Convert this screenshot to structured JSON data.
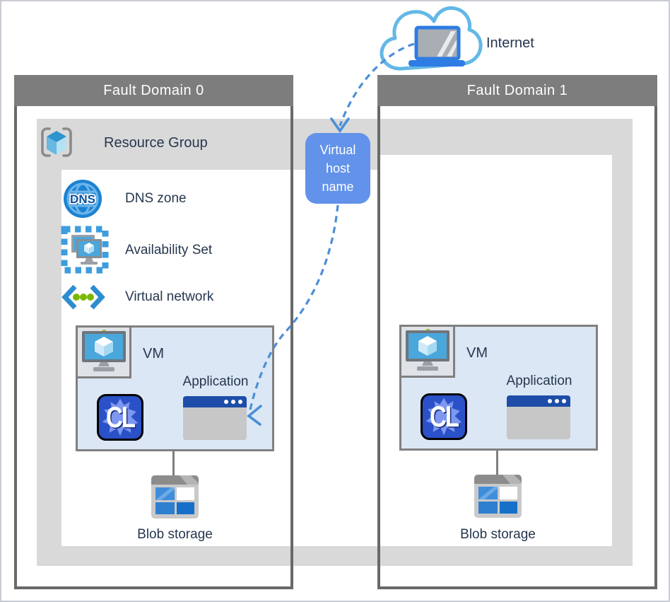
{
  "internet": {
    "label": "Internet"
  },
  "virtual_host": {
    "label": "Virtual host name"
  },
  "resource_group": {
    "label": "Resource Group"
  },
  "services": {
    "dns": "DNS zone",
    "availability": "Availability Set",
    "vnet": "Virtual network"
  },
  "domains": [
    {
      "title": "Fault Domain 0",
      "vm_label": "VM",
      "app_label": "Application",
      "blob_label": "Blob storage"
    },
    {
      "title": "Fault Domain 1",
      "vm_label": "VM",
      "app_label": "Application",
      "blob_label": "Blob storage"
    }
  ],
  "icons": {
    "dns_text": "DNS",
    "cl_text": "CL"
  },
  "colors": {
    "fault_domain_header": "#7d7d7d",
    "fault_domain_border": "#696969",
    "resource_group_fill": "#d9d9d9",
    "vm_box_fill": "#dbe7f5",
    "virtual_host_fill": "#6292e9",
    "connector_blue": "#4b8fd6",
    "app_titlebar_blue": "#1d4da8",
    "azure_blue": "#1b82d2",
    "label_text": "#26374f"
  }
}
